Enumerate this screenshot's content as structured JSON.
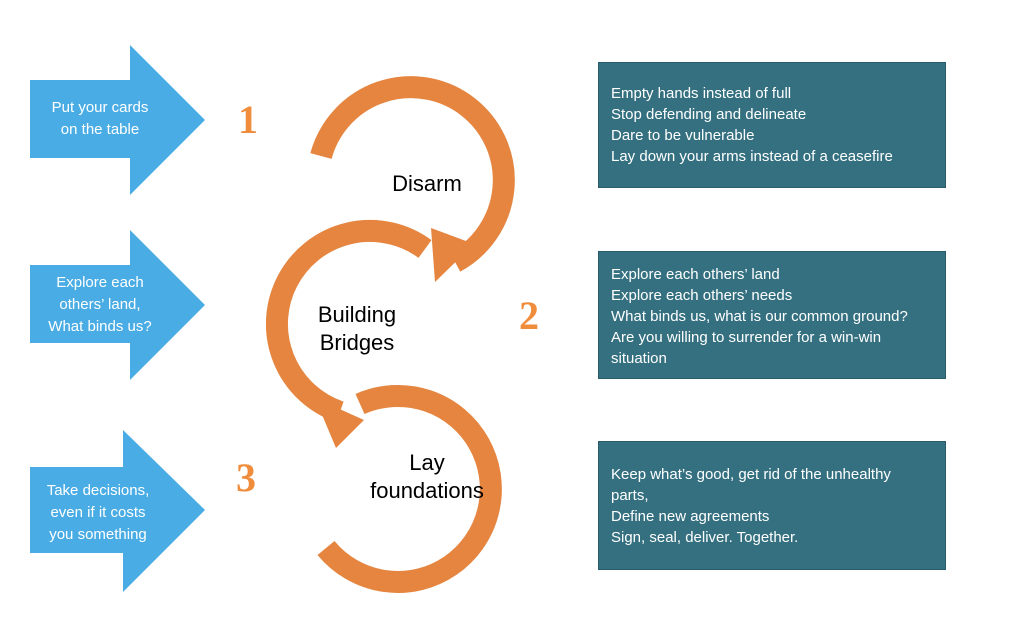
{
  "colors": {
    "arrow_blue": "#4aace4",
    "ring_orange": "#e5853f",
    "number_orange": "#f08d3c",
    "box_teal": "#347080",
    "text_white": "#ffffff"
  },
  "left_arrows": [
    {
      "lines": [
        "Put your cards",
        "on the table"
      ]
    },
    {
      "lines": [
        "Explore each",
        "others’ land,",
        "What binds us?"
      ]
    },
    {
      "lines": [
        "Take decisions,",
        "even if it costs",
        "you something"
      ]
    }
  ],
  "step_numbers": [
    "1",
    "2",
    "3"
  ],
  "circle_labels": [
    {
      "lines": [
        "Disarm"
      ]
    },
    {
      "lines": [
        "Building",
        "Bridges"
      ]
    },
    {
      "lines": [
        "Lay",
        "foundations"
      ]
    }
  ],
  "info_boxes": [
    {
      "lines": [
        "Empty hands instead of full",
        "Stop defending and delineate",
        "Dare to be vulnerable",
        "Lay down your arms instead of a ceasefire"
      ]
    },
    {
      "lines": [
        "Explore each others’ land",
        "Explore each others’ needs",
        "What binds us, what is our common ground?",
        "Are you willing to surrender for a win-win",
        "situation"
      ]
    },
    {
      "lines": [
        "Keep what’s good, get rid of the unhealthy",
        "parts,",
        "Define new agreements",
        "Sign, seal, deliver. Together."
      ]
    }
  ]
}
